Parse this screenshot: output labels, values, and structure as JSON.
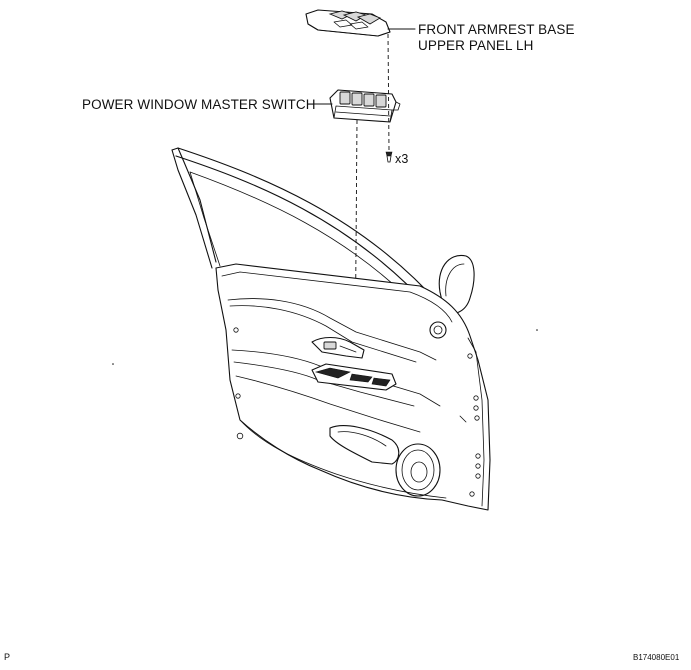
{
  "labels": {
    "armrest_line1": "FRONT ARMREST BASE",
    "armrest_line2": "UPPER PANEL LH",
    "master_switch": "POWER WINDOW MASTER SWITCH",
    "screw_count": "x3",
    "corner_mark": "P",
    "figure_id": "B174080E01"
  }
}
